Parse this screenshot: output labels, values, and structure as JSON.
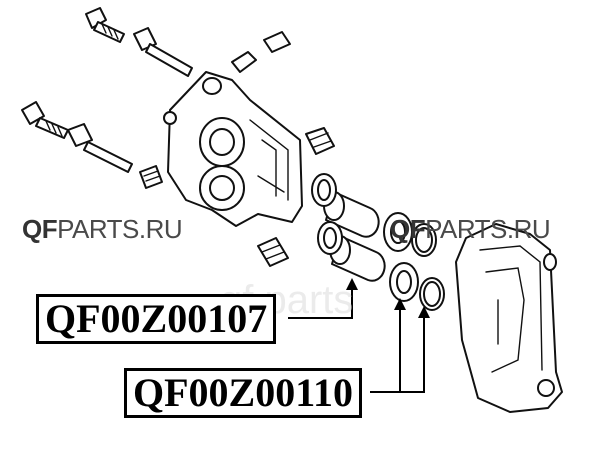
{
  "watermark": {
    "left_brand": "QF",
    "left_suffix": "PARTS.RU",
    "right_brand": "QF",
    "right_suffix": "PARTS.RU",
    "center_text": "qf.parts"
  },
  "labels": {
    "upper_part_number": "QF00Z00107",
    "lower_part_number": "QF00Z00110"
  }
}
